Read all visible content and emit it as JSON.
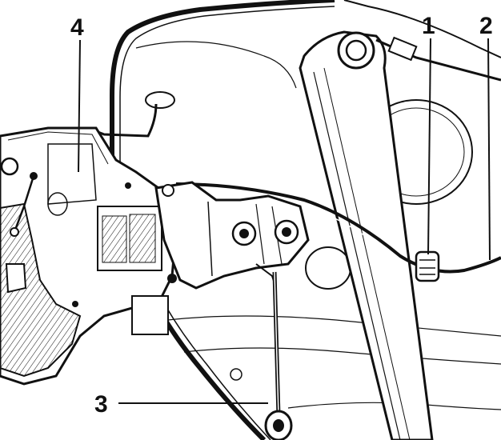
{
  "figure": {
    "background": "#ffffff",
    "line_color": "#111111",
    "shade_color": "#d9d9d9",
    "callouts": [
      {
        "id": "1",
        "label": "1"
      },
      {
        "id": "2",
        "label": "2"
      },
      {
        "id": "3",
        "label": "3"
      },
      {
        "id": "4",
        "label": "4"
      }
    ]
  }
}
